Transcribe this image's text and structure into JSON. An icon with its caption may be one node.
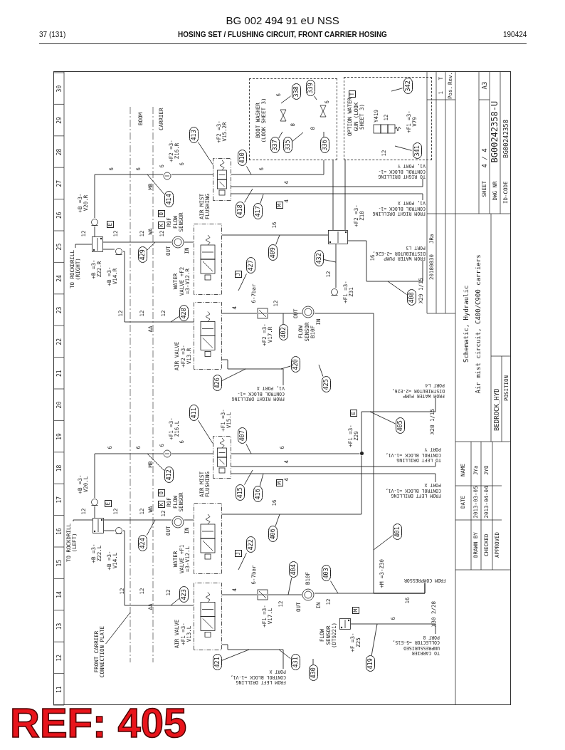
{
  "diagram": {
    "nodes": [
      {
        "text": [
          "TO ROCKDRILL (RIGHT)"
        ]
      },
      {
        "text": [],
        "shape": "valve",
        "beside": [
          "+B =3-V20.R"
        ]
      },
      {
        "text": [],
        "shape": "box",
        "beside": [
          "+B =3-Z22.R"
        ]
      },
      {
        "text": [],
        "shape": "valve",
        "beside": [
          "+B =3-V14.R"
        ]
      },
      {
        "text": [],
        "shape": "circle",
        "beside": [
          "R9F FLOW SENSOR"
        ]
      },
      {
        "text": [],
        "shape": "circle",
        "beside": [
          "+F2 =3-Z16.R"
        ]
      },
      {
        "text": [],
        "shape": "valve",
        "beside": [
          "AIR MIST FLUSHING",
          "+F2 =3-V15.2R"
        ]
      },
      {
        "text": [],
        "shape": "valve",
        "beside": [
          "WATER VALVE +F2 =3-V12.R"
        ]
      },
      {
        "text": [],
        "shape": "valve",
        "beside": [
          "AIR VALVE +F2 =3-V13.R"
        ]
      },
      {
        "text": [],
        "shape": "valve",
        "beside": [
          "6-7bar",
          "+F2 =3-V17.R"
        ]
      },
      {
        "text": [],
        "shape": "circle",
        "beside": [
          "FLOW SENSOR B10F"
        ]
      },
      {
        "text": [
          "BOOT WASHER (LOOK SHEET 3)"
        ]
      },
      {
        "text": [
          "OPTION WATER GUN (LOOK SHEET 3)"
        ]
      },
      {
        "text": [],
        "shape": "valve",
        "beside": [
          "Y419",
          "+F1 =3-V79"
        ],
        "in": 12
      },
      {
        "text": [],
        "shape": "box",
        "beside": [
          "+F2 =3-Z18"
        ]
      },
      {
        "text": [],
        "shape": "valve",
        "beside": [
          "+F1 =3-Z31"
        ]
      },
      {
        "text": [
          "TO RIGHT DRILLING CONTROL BLOCK =1-V1, PORT Y"
        ]
      },
      {
        "text": [
          "FROM RIGHT DRILLING CONTROL BLOCK =1-V1, PORT X"
        ]
      },
      {
        "text": [
          "FROM WATER PUMP DISTRIBUTOR =2-E26, PORT L3"
        ]
      },
      {
        "text": [
          "FROM RIGHT DRILLING CONTROL BLOCK =1-V1, PORT X"
        ]
      },
      {
        "text": [
          "TO ROCKDRILL (LEFT)"
        ]
      },
      {
        "text": [],
        "shape": "valve",
        "beside": [
          "+B =3-V20.L"
        ]
      },
      {
        "text": [],
        "shape": "box",
        "beside": [
          "+B =3-Z22.L"
        ]
      },
      {
        "text": [],
        "shape": "valve",
        "beside": [
          "+B =3-V14.L"
        ]
      },
      {
        "text": [],
        "shape": "circle",
        "beside": [
          "R9F FLOW SENSOR"
        ]
      },
      {
        "text": [],
        "shape": "circle",
        "beside": [
          "+F1 =3-Z16.L"
        ]
      },
      {
        "text": [],
        "shape": "valve",
        "beside": [
          "AIR MIST FLUSHING",
          "+F1 =3-V15.L"
        ]
      },
      {
        "text": [],
        "shape": "valve",
        "beside": [
          "WATER VALVE +F1 =3-V12.L"
        ]
      },
      {
        "text": [],
        "shape": "valve",
        "beside": [
          "AIR VALVE +F1 =3-V13.L"
        ]
      },
      {
        "text": [],
        "shape": "valve",
        "beside": [
          "6-7bar",
          "+F1 =3-V17.L"
        ]
      },
      {
        "text": [],
        "shape": "circle",
        "beside": [
          "B10F"
        ]
      },
      {
        "text": [],
        "shape": "box",
        "beside": [
          "FLOW SENSOR (DT9221)",
          "+F =3-Z25"
        ]
      },
      {
        "text": [],
        "shape": "dot",
        "beside": [
          "+F1 =3-Z29"
        ]
      },
      {
        "text": [
          "FROM WATER PUMP DISTRIBUTOR =2-E26, PORT L4"
        ]
      },
      {
        "text": [
          "TO LEFT DRILLING CONTROL BLOCK =1-V1, PORT Y"
        ]
      },
      {
        "text": [
          "FROM LEFT DRILLING CONTROL BLOCK =1-V1, PORT X"
        ]
      },
      {
        "text": [
          "FROM LEFT DRILLING CONTROL BLOCK =1-V1, PORT X"
        ]
      },
      {
        "text": [
          "FROM COMPRESSOR"
        ]
      },
      {
        "text": [
          "TO CARRIER UNPRESSURISED COLLECTOR =5-E15, PORT 8"
        ]
      },
      {
        "text": [
          "FRONT CARRIER CONNECTION PLATE"
        ]
      },
      {
        "text": [
          "413"
        ]
      },
      {
        "text": [
          "414"
        ]
      },
      {
        "text": [
          "429"
        ]
      },
      {
        "text": [
          "428"
        ]
      },
      {
        "text": [
          "427"
        ]
      },
      {
        "text": [
          "409"
        ]
      },
      {
        "text": [
          "418"
        ]
      },
      {
        "text": [
          "417"
        ]
      },
      {
        "text": [
          "410"
        ]
      },
      {
        "text": [
          "402"
        ]
      },
      {
        "text": [
          "426"
        ]
      },
      {
        "text": [
          "420"
        ]
      },
      {
        "text": [
          "425"
        ]
      },
      {
        "text": [
          "432"
        ]
      },
      {
        "text": [
          "408"
        ]
      },
      {
        "text": [
          "337"
        ],
        "in": 11
      },
      {
        "text": [
          "335"
        ],
        "in": 11
      },
      {
        "text": [
          "338"
        ],
        "in": 11
      },
      {
        "text": [
          "336"
        ],
        "in": 11
      },
      {
        "text": [
          "339"
        ],
        "in": 11
      },
      {
        "text": [
          "341"
        ],
        "in": 12
      },
      {
        "text": [
          "342"
        ],
        "in": 12
      },
      {
        "text": [
          "411"
        ]
      },
      {
        "text": [
          "412"
        ]
      },
      {
        "text": [
          "424"
        ]
      },
      {
        "text": [
          "423"
        ]
      },
      {
        "text": [
          "422"
        ]
      },
      {
        "text": [
          "406"
        ]
      },
      {
        "text": [
          "415"
        ]
      },
      {
        "text": [
          "416"
        ]
      },
      {
        "text": [
          "407"
        ]
      },
      {
        "text": [
          "404"
        ]
      },
      {
        "text": [
          "403"
        ]
      },
      {
        "text": [
          "401"
        ]
      },
      {
        "text": [
          "405"
        ]
      },
      {
        "text": [
          "421"
        ]
      },
      {
        "text": [
          "431"
        ]
      },
      {
        "text": [
          "430"
        ]
      },
      {
        "text": [
          "419"
        ]
      }
    ],
    "edges": [
      {
        "from": 0,
        "to": 2,
        "arrow": "none"
      },
      {
        "from": 2,
        "to": 1,
        "arrow": "none"
      },
      {
        "from": 2,
        "to": 3,
        "arrow": "none"
      },
      {
        "from": 1,
        "to": 5,
        "arrow": "none"
      },
      {
        "from": 5,
        "to": 6,
        "arrow": "none"
      },
      {
        "from": 6,
        "to": 11,
        "arrow": "none"
      },
      {
        "from": 2,
        "to": 4,
        "arrow": "none"
      },
      {
        "from": 4,
        "to": 7,
        "arrow": "none"
      },
      {
        "from": 3,
        "to": 8,
        "arrow": "none"
      },
      {
        "from": 7,
        "to": 14,
        "arrow": "none"
      },
      {
        "from": 8,
        "to": 9,
        "arrow": "none"
      },
      {
        "from": 9,
        "to": 10,
        "arrow": "none"
      },
      {
        "from": 14,
        "to": 11,
        "arrow": "none"
      },
      {
        "from": 14,
        "to": 12,
        "arrow": "none"
      },
      {
        "from": 18,
        "to": 14,
        "arrow": "none"
      },
      {
        "from": 14,
        "to": 15,
        "arrow": "none"
      },
      {
        "from": 6,
        "to": 16,
        "arrow": "none"
      },
      {
        "from": 6,
        "to": 17,
        "arrow": "none"
      },
      {
        "from": 8,
        "to": 19,
        "arrow": "none"
      },
      {
        "from": 37,
        "to": 10,
        "arrow": "none"
      },
      {
        "from": 20,
        "to": 22,
        "arrow": "none"
      },
      {
        "from": 22,
        "to": 21,
        "arrow": "none"
      },
      {
        "from": 22,
        "to": 23,
        "arrow": "none"
      },
      {
        "from": 21,
        "to": 25,
        "arrow": "none"
      },
      {
        "from": 25,
        "to": 26,
        "arrow": "none"
      },
      {
        "from": 26,
        "to": 32,
        "arrow": "none"
      },
      {
        "from": 22,
        "to": 24,
        "arrow": "none"
      },
      {
        "from": 24,
        "to": 27,
        "arrow": "none"
      },
      {
        "from": 23,
        "to": 28,
        "arrow": "none"
      },
      {
        "from": 32,
        "to": 27,
        "arrow": "none"
      },
      {
        "from": 28,
        "to": 29,
        "arrow": "none"
      },
      {
        "from": 29,
        "to": 30,
        "arrow": "none"
      },
      {
        "from": 37,
        "to": 30,
        "arrow": "none"
      },
      {
        "from": 33,
        "to": 32,
        "arrow": "none"
      },
      {
        "from": 26,
        "to": 34,
        "arrow": "none"
      },
      {
        "from": 26,
        "to": 35,
        "arrow": "none"
      },
      {
        "from": 28,
        "to": 36,
        "arrow": "none"
      },
      {
        "from": 31,
        "to": 38,
        "arrow": "none"
      },
      {
        "from": 39,
        "to": null,
        "arrow": "none"
      },
      {
        "from": 40,
        "to": 6,
        "arrow": "none"
      },
      {
        "from": 41,
        "to": null,
        "arrow": "none"
      },
      {
        "from": 42,
        "to": null,
        "arrow": "none"
      },
      {
        "from": 43,
        "to": null,
        "arrow": "none"
      },
      {
        "from": 44,
        "to": null,
        "arrow": "none"
      },
      {
        "from": 45,
        "to": null,
        "arrow": "none"
      },
      {
        "from": 46,
        "to": null,
        "arrow": "none"
      },
      {
        "from": 47,
        "to": null,
        "arrow": "none"
      },
      {
        "from": 48,
        "to": null,
        "arrow": "none"
      },
      {
        "from": 49,
        "to": null,
        "arrow": "none"
      },
      {
        "from": 50,
        "to": null,
        "arrow": "none"
      },
      {
        "from": 51,
        "to": null,
        "arrow": "none"
      },
      {
        "from": 52,
        "to": null,
        "arrow": "none"
      },
      {
        "from": 53,
        "to": null,
        "arrow": "none"
      },
      {
        "from": 54,
        "to": null,
        "arrow": "none"
      },
      {
        "from": 55,
        "to": null,
        "arrow": "none"
      },
      {
        "from": 56,
        "to": null,
        "arrow": "none"
      },
      {
        "from": 57,
        "to": null,
        "arrow": "none"
      },
      {
        "from": 58,
        "to": null,
        "arrow": "none"
      },
      {
        "from": 59,
        "to": null,
        "arrow": "none"
      },
      {
        "from": 60,
        "to": null,
        "arrow": "none"
      },
      {
        "from": 61,
        "to": null,
        "arrow": "none"
      },
      {
        "from": 62,
        "to": 26,
        "arrow": "none"
      },
      {
        "from": 63,
        "to": null,
        "arrow": "none"
      },
      {
        "from": 64,
        "to": null,
        "arrow": "none"
      },
      {
        "from": 65,
        "to": null,
        "arrow": "none"
      },
      {
        "from": 66,
        "to": null,
        "arrow": "none"
      },
      {
        "from": 67,
        "to": null,
        "arrow": "none"
      },
      {
        "from": 68,
        "to": null,
        "arrow": "none"
      },
      {
        "from": 69,
        "to": null,
        "arrow": "none"
      },
      {
        "from": 70,
        "to": null,
        "arrow": "none"
      },
      {
        "from": 71,
        "to": null,
        "arrow": "none"
      },
      {
        "from": 72,
        "to": null,
        "arrow": "none"
      },
      {
        "from": 73,
        "to": null,
        "arrow": "none"
      },
      {
        "from": 74,
        "to": null,
        "arrow": "none"
      },
      {
        "from": 75,
        "to": null,
        "arrow": "none"
      },
      {
        "from": 76,
        "to": null,
        "arrow": "none"
      },
      {
        "from": 77,
        "to": null,
        "arrow": "none"
      },
      {
        "from": 78,
        "to": null,
        "arrow": "none"
      }
    ],
    "labels": [
      "BG 002 494 91 eU NSS",
      "37 (131)",
      "HOSING SET / FLUSHING CIRCUIT, FRONT CARRIER HOSING",
      "190424",
      "11",
      "12",
      "13",
      "14",
      "15",
      "16",
      "17",
      "18",
      "19",
      "20",
      "21",
      "22",
      "23",
      "24",
      "25",
      "26",
      "27",
      "28",
      "29",
      "30",
      "BOOM",
      "CARRIER",
      "MB",
      "WA",
      "AA",
      "MB",
      "WA",
      "AA",
      "E",
      "O",
      "K",
      "OUT",
      "IN",
      "J",
      "M",
      "T",
      "OUT",
      "IN",
      "X29 1/15",
      "E",
      "O",
      "K",
      "OUT",
      "IN",
      "J",
      "M",
      "E",
      "OUT",
      "IN",
      "M",
      "+M =3-Z30",
      "X28 1/15",
      "X30 2/28",
      "12",
      "12",
      "12",
      "12",
      "12",
      "12",
      "12",
      "12",
      "12",
      "12",
      "12",
      "6",
      "6",
      "6",
      "6",
      "6",
      "6",
      "6",
      "8",
      "8",
      "4",
      "4",
      "4",
      "16",
      "16",
      "12",
      "12",
      "12",
      "12",
      "12",
      "12",
      "12",
      "12",
      "12",
      "6",
      "6",
      "6",
      "6",
      "6",
      "6",
      "4",
      "4",
      "4",
      "16",
      "16",
      "Schematic, Hydraulic",
      "Air mist circuit, C400/C900 carriers",
      "SHEET",
      "4 / 4",
      "A3",
      "DWG NR",
      "BG00242358-U",
      "ID-CODE",
      "BG00242358",
      "1",
      "T",
      "Pos.",
      "Rev.",
      "20180830",
      "JRa",
      "DATE",
      "NAME",
      "DRAWN BY",
      "2013-03-05",
      "JYa",
      "CHECKED",
      "2013-04-04",
      "JYO",
      "APPROVED",
      "BEDROCK_HYD",
      "POSITION",
      "REF: 405"
    ]
  }
}
